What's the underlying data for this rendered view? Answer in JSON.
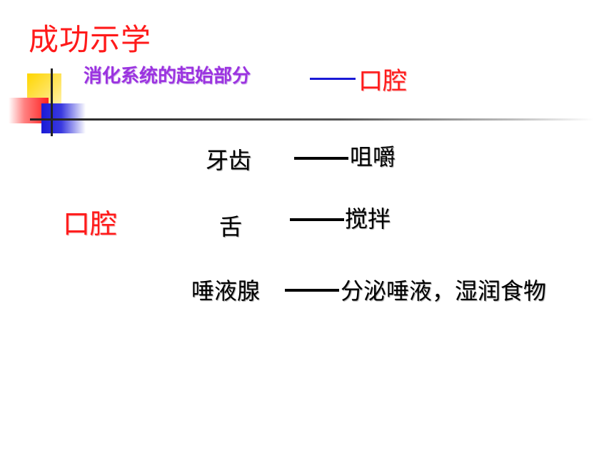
{
  "brand": "成功示学",
  "heading": {
    "subtitle": "消化系统的起始部分",
    "answer": "口腔"
  },
  "left_label": "口腔",
  "rows": [
    {
      "organ": "牙齿",
      "function": "咀嚼"
    },
    {
      "organ": "舌",
      "function": "搅拌"
    },
    {
      "organ": "唾液腺",
      "function": "分泌唾液，湿润食物"
    }
  ],
  "colors": {
    "brand_red": "#ff1a1a",
    "subtitle_purple": "#9b33e0",
    "dash_blue": "#1a1ad6",
    "deco_yellow": "#ffd600",
    "deco_red": "#ff2020",
    "deco_blue": "#1a1ad6"
  }
}
